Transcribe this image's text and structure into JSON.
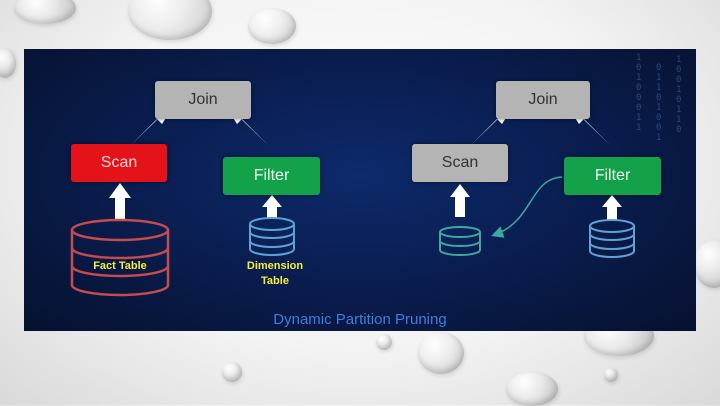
{
  "left_diagram": {
    "join_label": "Join",
    "scan_label": "Scan",
    "filter_label": "Filter",
    "fact_table_label": "Fact Table",
    "dimension_label_line1": "Dimension",
    "dimension_label_line2": "Table"
  },
  "right_diagram": {
    "join_label": "Join",
    "scan_label": "Scan",
    "filter_label": "Filter"
  },
  "caption": "Dynamic Partition Pruning",
  "binary_columns": [
    "1\n0\n1\n0\n0\n0\n1\n1",
    "0\n1\n1\n0\n1\n0\n0\n1",
    "1\n0\n0\n1\n0\n1\n1\n0"
  ],
  "colors": {
    "scan_highlight": "#e4131a",
    "filter": "#13a14a",
    "join": "#b4b4b4",
    "fact_table_outline": "#c64b4b",
    "dimension_outline": "#5fa3d6",
    "pruned_scan_outline": "#3fa9a0",
    "caption": "#3f7de2",
    "label_yellow": "#f5ef3a"
  }
}
